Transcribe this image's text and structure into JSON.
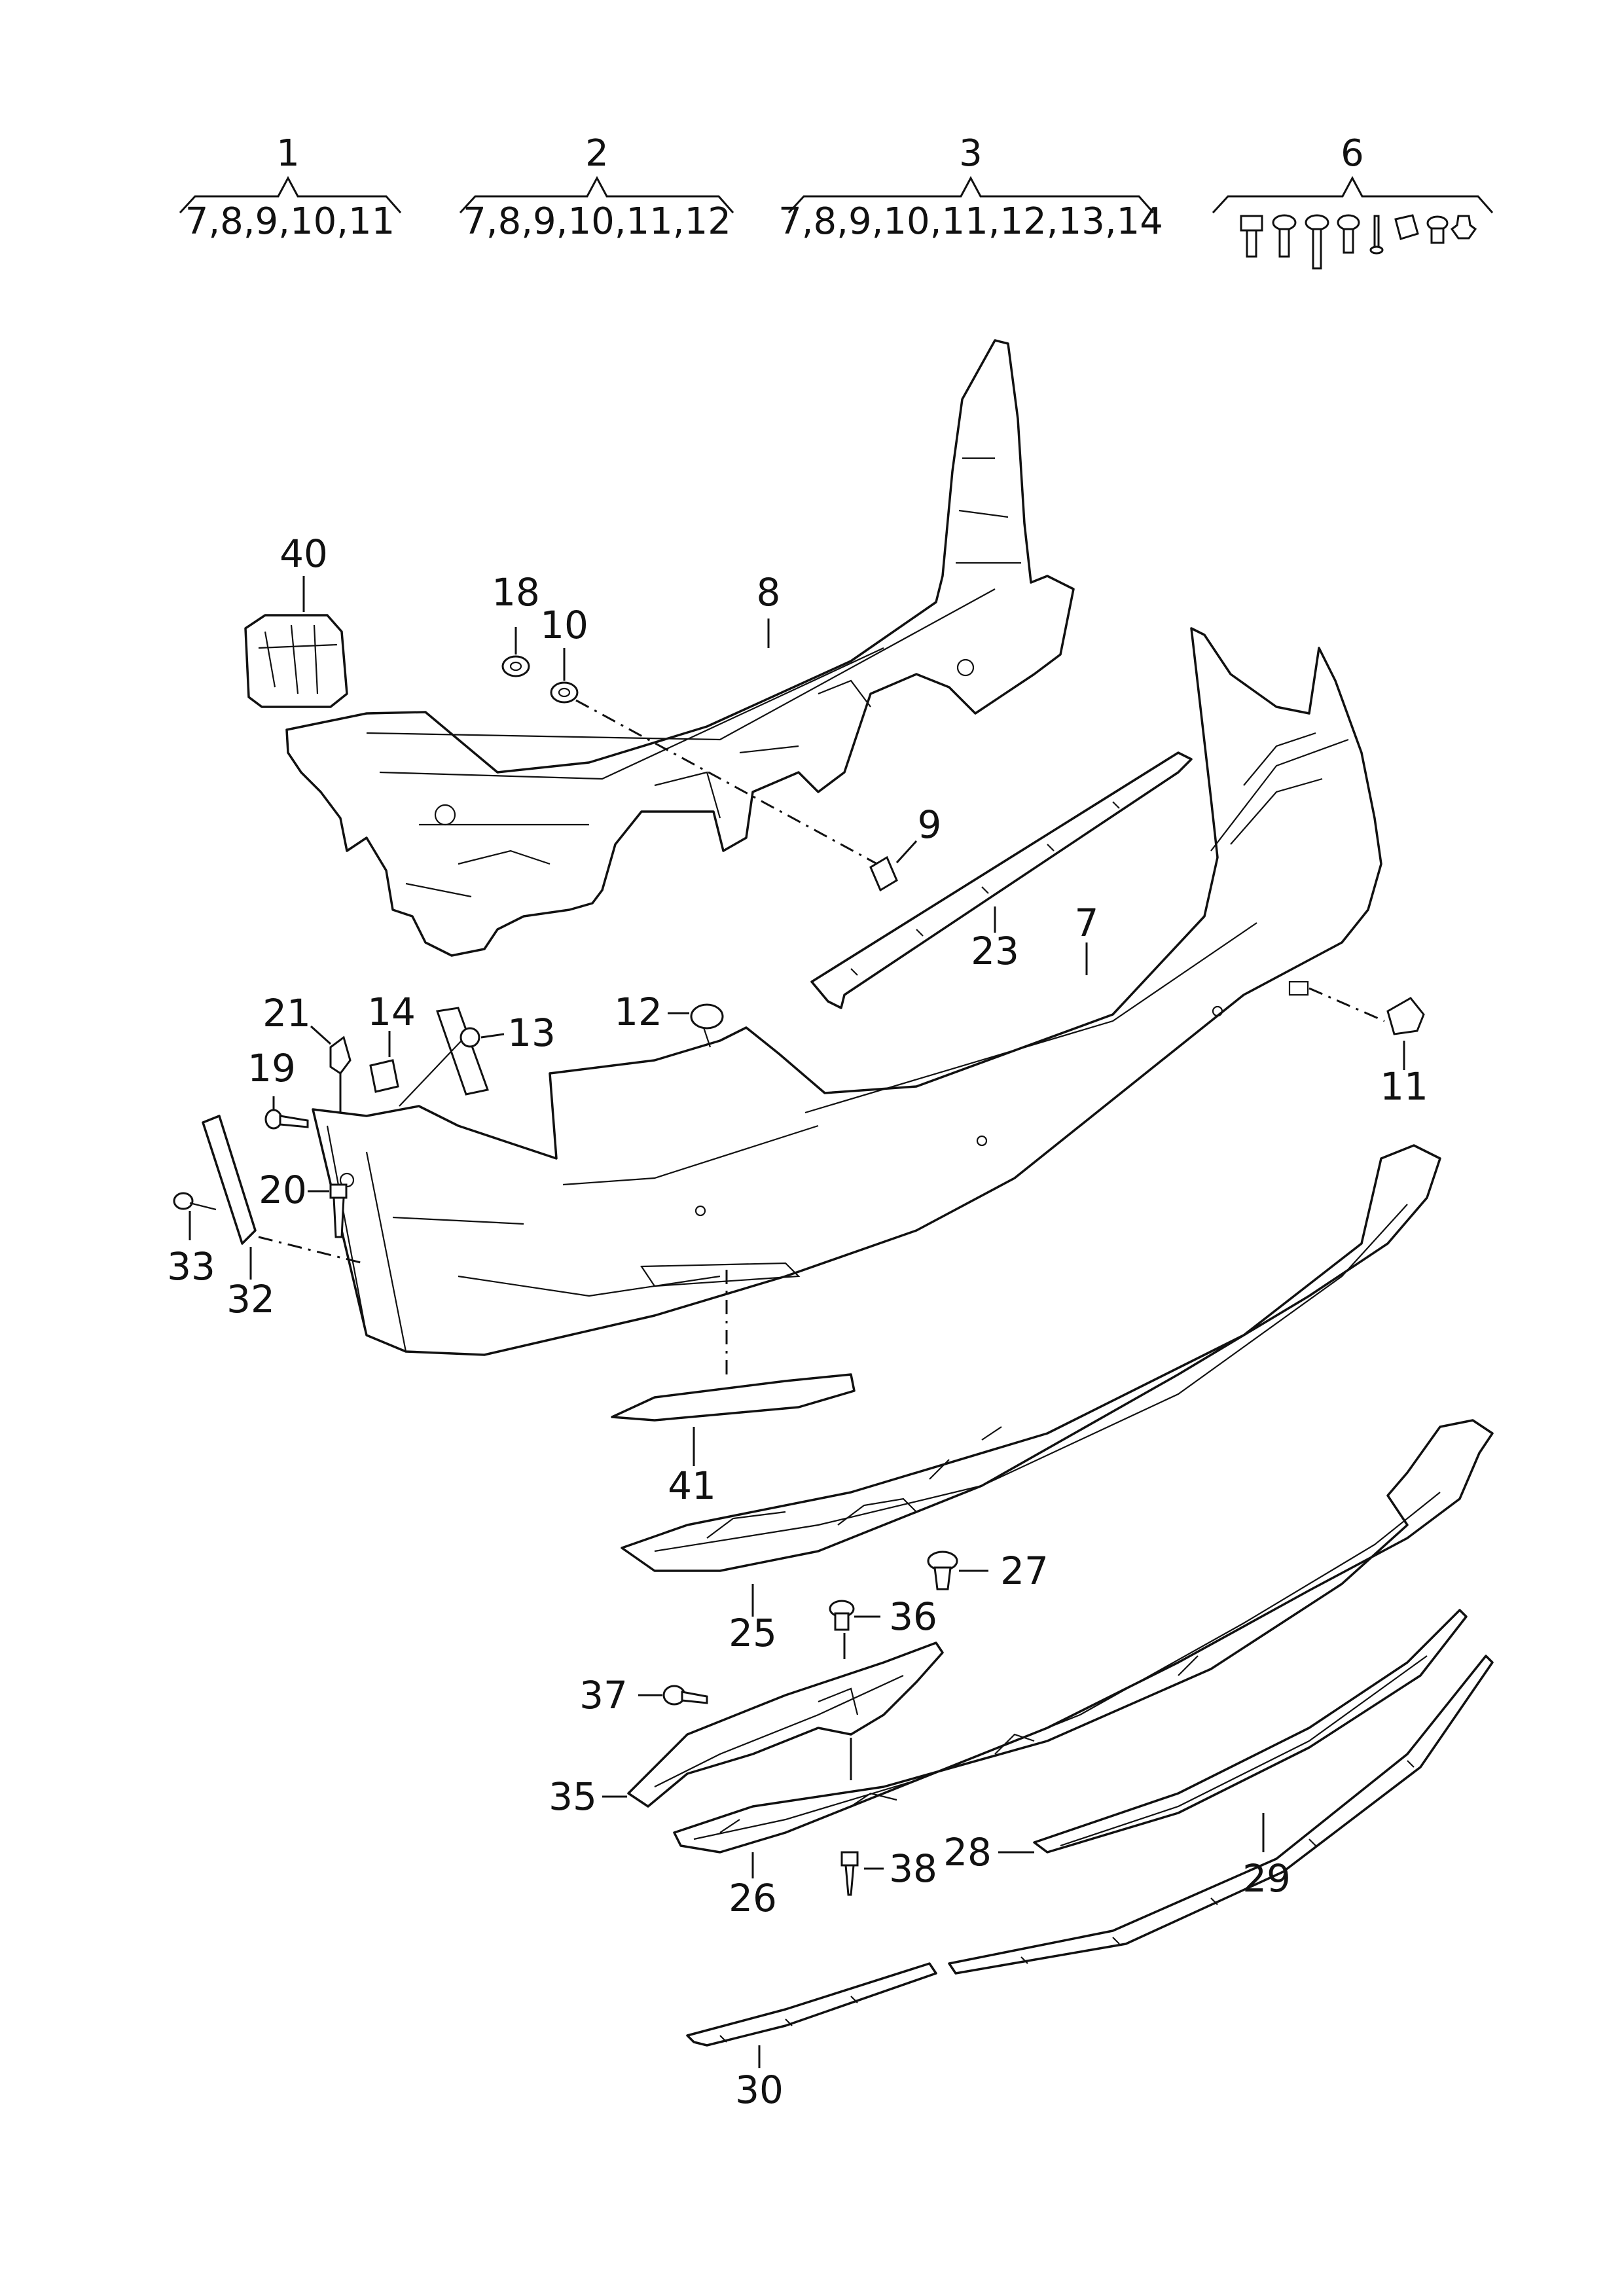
{
  "groups": [
    {
      "number": "1",
      "parts": "7,8,9,10,11"
    },
    {
      "number": "2",
      "parts": "7,8,9,10,11,12"
    },
    {
      "number": "3",
      "parts": "7,8,9,10,11,12,13,14"
    },
    {
      "number": "6",
      "parts": ""
    }
  ],
  "callouts": {
    "c40": "40",
    "c18": "18",
    "c10": "10",
    "c8": "8",
    "c9": "9",
    "c23": "23",
    "c7": "7",
    "c12": "12",
    "c11": "11",
    "c21": "21",
    "c14": "14",
    "c13": "13",
    "c19": "19",
    "c20": "20",
    "c33": "33",
    "c32": "32",
    "c41": "41",
    "c27": "27",
    "c25": "25",
    "c36": "36",
    "c37": "37",
    "c35": "35",
    "c26": "26",
    "c38": "38",
    "c28": "28",
    "c29": "29",
    "c30": "30"
  }
}
